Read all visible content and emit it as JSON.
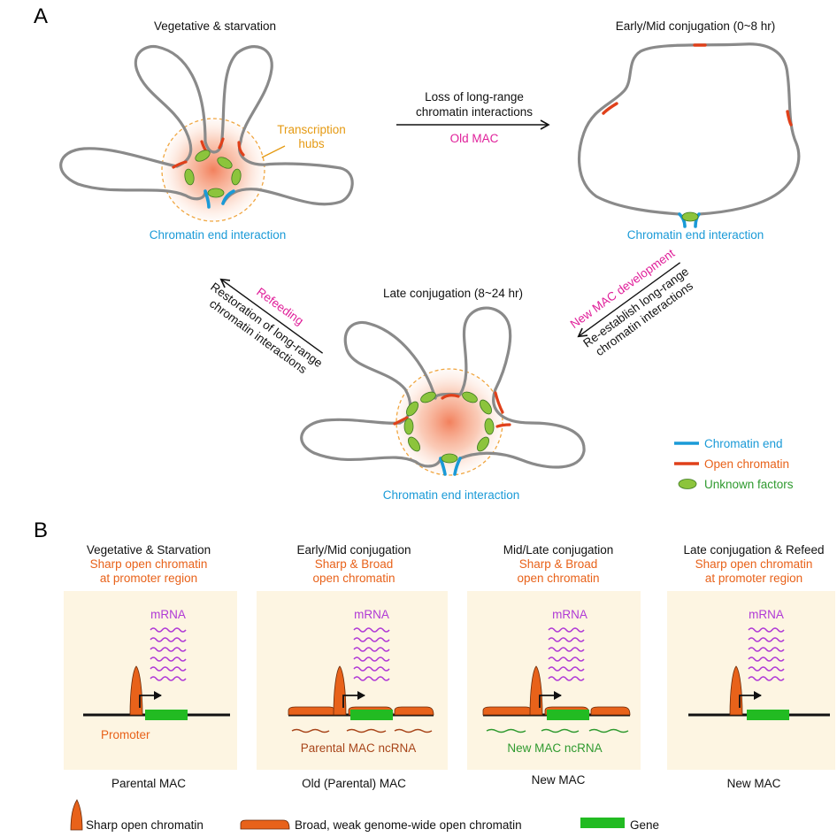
{
  "panel_a": {
    "letter": "A",
    "states": {
      "vegetative": {
        "title": "Vegetative & starvation",
        "hub_label_line1": "Transcription",
        "hub_label_line2": "hubs",
        "end_label": "Chromatin end interaction"
      },
      "early": {
        "title": "Early/Mid conjugation (0~8 hr)",
        "end_label": "Chromatin end interaction"
      },
      "late": {
        "title": "Late conjugation (8~24 hr)",
        "end_label": "Chromatin end interaction"
      }
    },
    "transitions": {
      "top": {
        "line1": "Loss of long-range",
        "line2": "chromatin interactions",
        "sub": "Old MAC"
      },
      "right": {
        "line1": "New MAC development",
        "line2": "Re-establish long-range",
        "line3": "chromatin interactions"
      },
      "left": {
        "line1": "Refeeding",
        "line2": "Restoration of long-range",
        "line3": "chromatin interactions"
      }
    },
    "legend": [
      {
        "label": "Chromatin end",
        "color": "#1a9ad7",
        "icon": "blue-line"
      },
      {
        "label": "Open chromatin",
        "color": "#e0401a",
        "icon": "red-line"
      },
      {
        "label": "Unknown factors",
        "color": "#8cc43c",
        "icon": "green-ellipse"
      }
    ]
  },
  "panel_b": {
    "letter": "B",
    "columns": [
      {
        "title": "Vegetative & Starvation",
        "sub1": "Sharp open chromatin",
        "sub2": "at promoter region",
        "mrna": "mRNA",
        "extra": "Promoter",
        "footer": "Parental MAC"
      },
      {
        "title": "Early/Mid conjugation",
        "sub1": "Sharp & Broad",
        "sub2": "open chromatin",
        "mrna": "mRNA",
        "extra": "Parental MAC ncRNA",
        "footer": "Old (Parental) MAC"
      },
      {
        "title": "Mid/Late conjugation",
        "sub1": "Sharp & Broad",
        "sub2": "open chromatin",
        "mrna": "mRNA",
        "extra": "New MAC ncRNA",
        "footer": "New MAC"
      },
      {
        "title": "Late conjugation & Refeed",
        "sub1": "Sharp open chromatin",
        "sub2": "at promoter region",
        "mrna": "mRNA",
        "extra": "",
        "footer": "New MAC"
      }
    ],
    "legend": [
      {
        "label": "Sharp open chromatin",
        "icon": "sharp-peak"
      },
      {
        "label": "Broad, weak genome-wide open chromatin",
        "icon": "broad-peak"
      },
      {
        "label": "Gene",
        "icon": "gene-box"
      }
    ]
  },
  "colors": {
    "chromatin_fiber": "#8a8a8a",
    "chromatin_end": "#1a9ad7",
    "open_chromatin": "#e0401a",
    "unknown_factor": "#8cc43c",
    "hub_glow": "#f07a52",
    "hub_border": "#f0a640",
    "peak": "#e8621a",
    "gene": "#22bb22",
    "mrna": "#b03ad6",
    "panel_bg": "#fdf5e2"
  }
}
